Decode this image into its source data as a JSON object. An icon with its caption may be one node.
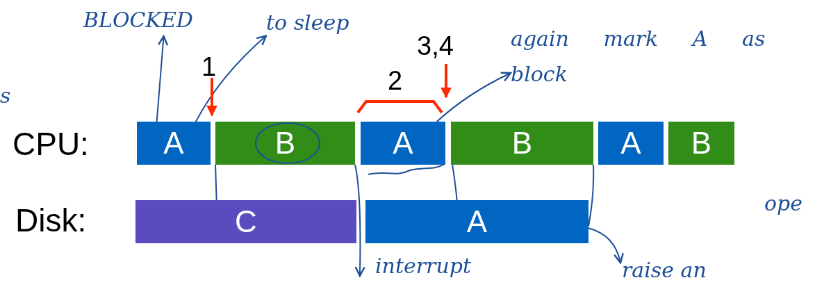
{
  "diagram": {
    "nodes": [
      {
        "text": [
          "BLOCKED"
        ]
      },
      {
        "text": [
          "to sleep"
        ]
      },
      {
        "text": [
          "again mark A as block"
        ]
      },
      {
        "text": [
          "A"
        ]
      },
      {
        "text": [
          "B"
        ]
      },
      {
        "text": [
          "A"
        ]
      },
      {
        "text": [
          "B"
        ]
      },
      {
        "text": [
          "A"
        ]
      },
      {
        "text": [
          "B"
        ]
      },
      {
        "text": [
          "C"
        ]
      },
      {
        "text": [
          "A"
        ]
      },
      {
        "text": [
          "interrupt"
        ]
      },
      {
        "text": [
          "raise an"
        ]
      }
    ],
    "edges": [
      {
        "from": 3,
        "to": 0,
        "arrow": "to"
      },
      {
        "from": 3,
        "to": 1,
        "arrow": "to"
      },
      {
        "from": 5,
        "to": 2,
        "arrow": "to"
      },
      {
        "from": 9,
        "to": 4,
        "arrow": "none"
      },
      {
        "from": 4,
        "to": 11,
        "arrow": "to"
      },
      {
        "from": 10,
        "to": 6,
        "arrow": "none"
      },
      {
        "from": 6,
        "to": 10,
        "arrow": "none"
      },
      {
        "from": 10,
        "to": 12,
        "arrow": "to"
      }
    ],
    "labels": [
      "s",
      "1",
      "3,4",
      "2",
      "CPU:",
      "Disk:",
      "ope"
    ]
  }
}
